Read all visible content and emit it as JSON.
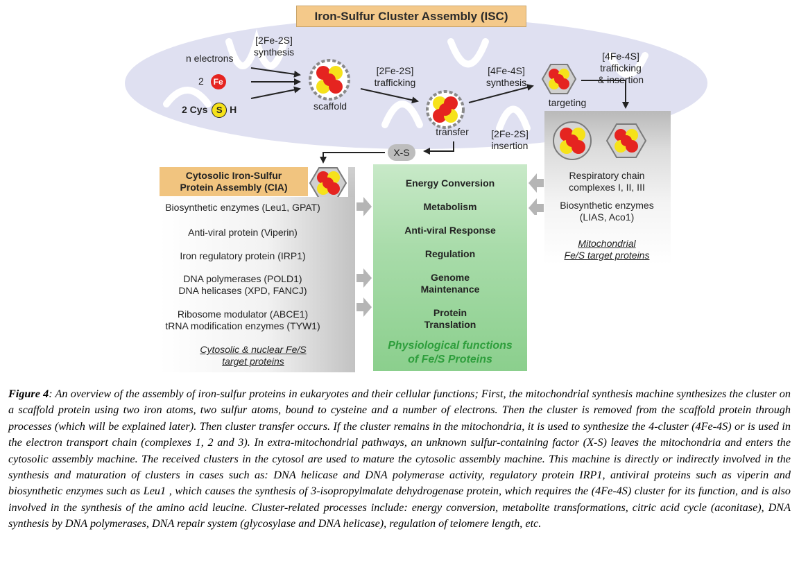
{
  "diagram": {
    "title": "Iron-Sulfur Cluster Assembly (ISC)",
    "inputs": {
      "electrons": "n electrons",
      "fe_count": "2",
      "fe_symbol": "Fe",
      "cys_prefix": "2 Cys",
      "s_symbol": "S",
      "h_symbol": "H"
    },
    "steps": {
      "synthesis_2fe": [
        "[2Fe-2S]",
        "synthesis"
      ],
      "scaffold": "scaffold",
      "trafficking_2fe": [
        "[2Fe-2S]",
        "trafficking"
      ],
      "transfer": "transfer",
      "synthesis_4fe": [
        "[4Fe-4S]",
        "synthesis"
      ],
      "targeting": "targeting",
      "trafficking_4fe": [
        "[4Fe-4S]",
        "trafficking",
        "& insertion"
      ],
      "insertion_2fe": [
        "[2Fe-2S]",
        "insertion"
      ],
      "xs": "X-S"
    },
    "cia": {
      "title": [
        "Cytosolic Iron-Sulfur",
        "Protein Assembly (CIA)"
      ],
      "items": [
        [
          "Biosynthetic enzymes (Leu1, GPAT)"
        ],
        [
          "Anti-viral protein (Viperin)"
        ],
        [
          "Iron regulatory protein (IRP1)"
        ],
        [
          "DNA polymerases (POLD1)",
          "DNA helicases (XPD, FANCJ)"
        ],
        [
          "Ribosome modulator (ABCE1)",
          "tRNA modification enzymes (TYW1)"
        ]
      ],
      "footer": [
        "Cytosolic & nuclear Fe/S",
        "target proteins"
      ]
    },
    "functions": {
      "items": [
        [
          "Energy Conversion"
        ],
        [
          "Metabolism"
        ],
        [
          "Anti-viral Response"
        ],
        [
          "Regulation"
        ],
        [
          "Genome",
          "Maintenance"
        ],
        [
          "Protein",
          "Translation"
        ]
      ],
      "footer": [
        "Physiological functions",
        "of Fe/S Proteins"
      ]
    },
    "mito": {
      "items": [
        [
          "Respiratory chain",
          "complexes I, II, III"
        ],
        [
          "Biosynthetic enzymes",
          "(LIAS, Aco1)"
        ]
      ],
      "footer": [
        "Mitochondrial",
        "Fe/S target proteins"
      ]
    },
    "colors": {
      "mito_bg": "#dedff0",
      "cluster_red": "#e52420",
      "cluster_yellow": "#f6e21a",
      "title_fill": "#f4c98a",
      "function_green": "#2e9e3c"
    }
  },
  "caption": {
    "label": "Figure 4",
    "text": ": An overview of the assembly of iron-sulfur proteins in eukaryotes and their cellular functions; First, the mitochondrial synthesis machine synthesizes the cluster on a scaffold protein using two iron atoms, two sulfur atoms, bound to cysteine and a number of electrons. Then the cluster is removed from the scaffold protein through processes (which will be explained later). Then cluster transfer occurs. If the cluster remains in the mitochondria, it is used to synthesize the 4-cluster (4Fe-4S) or is used in the electron transport chain (complexes 1, 2 and 3). In extra-mitochondrial pathways, an unknown sulfur-containing factor (X-S) leaves the mitochondria and enters the cytosolic assembly machine. The received clusters in the cytosol are used to mature the cytosolic assembly machine. This machine is directly or indirectly involved in the synthesis and maturation of clusters in cases such as: DNA helicase and DNA polymerase activity, regulatory protein IRP1, antiviral proteins such as viperin and biosynthetic enzymes such as Leu1 , which causes the synthesis of 3-isopropylmalate dehydrogenase protein, which requires the (4Fe-4S) cluster for its function, and is also involved in the synthesis of the amino acid leucine. Cluster-related processes include: energy conversion, metabolite transformations, citric acid cycle (aconitase), DNA synthesis by DNA polymerases, DNA repair system (glycosylase and DNA helicase), regulation of telomere length, etc."
  }
}
